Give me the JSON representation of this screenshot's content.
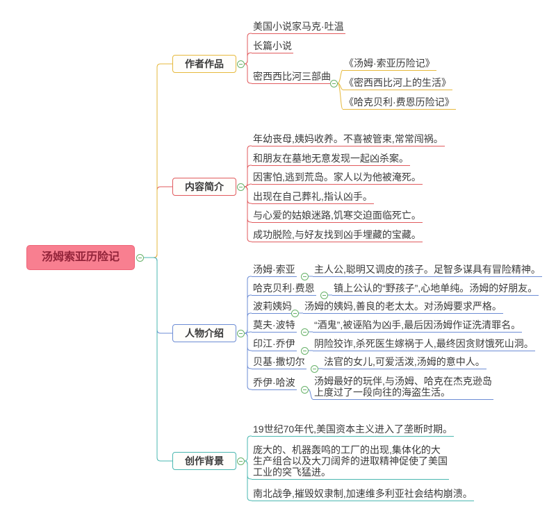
{
  "root": {
    "label": "汤姆索亚历险记"
  },
  "branches": [
    {
      "label": "作者作品",
      "children": [
        {
          "text": "美国小说家马克·吐温"
        },
        {
          "text": "长篇小说"
        },
        {
          "text": "密西西比河三部曲",
          "children": [
            {
              "text": "《汤姆·索亚历险记》"
            },
            {
              "text": "《密西西比河上的生活》"
            },
            {
              "text": "《哈克贝利·费恩历险记》"
            }
          ]
        }
      ]
    },
    {
      "label": "内容简介",
      "children": [
        {
          "text": "年幼丧母,姨妈收养。不喜被管束,常常闯祸。"
        },
        {
          "text": "和朋友在墓地无意发现一起凶杀案。"
        },
        {
          "text": "因害怕,逃到荒岛。家人以为他被淹死。"
        },
        {
          "text": "出现在自己葬礼,指认凶手。"
        },
        {
          "text": "与心爱的姑娘迷路,饥寒交迫面临死亡。"
        },
        {
          "text": "成功脱险,与好友找到凶手埋藏的宝藏。"
        }
      ]
    },
    {
      "label": "人物介绍",
      "characters": [
        {
          "name": "汤姆·索亚",
          "desc": "主人公,聪明又调皮的孩子。足智多谋具有冒险精神。"
        },
        {
          "name": "哈克贝利·费恩",
          "desc": "镇上公认的“野孩子”,心地单纯。汤姆的好朋友。"
        },
        {
          "name": "波莉姨妈",
          "desc": "汤姆的姨妈,善良的老太太。对汤姆要求严格。"
        },
        {
          "name": "莫夫·波特",
          "desc": "“酒鬼”,被诬陷为凶手,最后因汤姆作证洗清罪名。"
        },
        {
          "name": "印江·乔伊",
          "desc": "阴险狡诈,杀死医生嫁祸于人,最终因贪财饿死山洞。"
        },
        {
          "name": "贝基·撒切尔",
          "desc": "法官的女儿,可爱活泼,汤姆的意中人。"
        },
        {
          "name": "乔伊·哈波",
          "desc": "汤姆最好的玩伴,与汤姆、哈克在杰克逊岛\n上度过了一段向往的海盗生活。"
        }
      ]
    },
    {
      "label": "创作背景",
      "children": [
        {
          "text": "19世纪70年代,美国资本主义进入了垄断时期。"
        },
        {
          "text": "庞大的、机器轰鸣的工厂的出现,集体化的大\n生产组合以及大刀阔斧的进取精神促使了美国\n工业的突飞猛进。"
        },
        {
          "text": "南北战争,摧毁奴隶制,加速维多利亚社会结构崩溃。"
        }
      ]
    }
  ],
  "icons": {
    "collapse": "minus-circle"
  },
  "colors": {
    "root_bg": "#f87f90",
    "root_text": "#93243a",
    "branch_yellow": "#e6b93d",
    "branch_red": "#e15a5d",
    "branch_blue": "#6c8cd5",
    "branch_teal": "#4ab7b0",
    "collapse_green": "#67b168"
  }
}
